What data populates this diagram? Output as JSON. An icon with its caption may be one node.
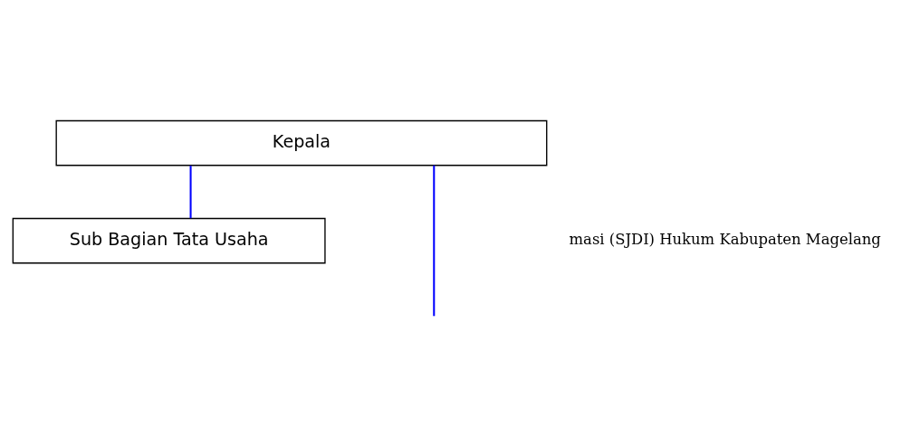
{
  "diagram": {
    "nodes": [
      {
        "text": [
          "Kepala"
        ]
      },
      {
        "text": [
          "Sub Bagian Tata Usaha"
        ]
      }
    ],
    "edges": [
      {
        "from": 0,
        "to": 1,
        "arrow": "none"
      },
      {
        "from": 0,
        "to": null,
        "arrow": "none"
      }
    ],
    "labels": [
      "masi (SJDI) Hukum Kabupaten Magelang"
    ]
  }
}
